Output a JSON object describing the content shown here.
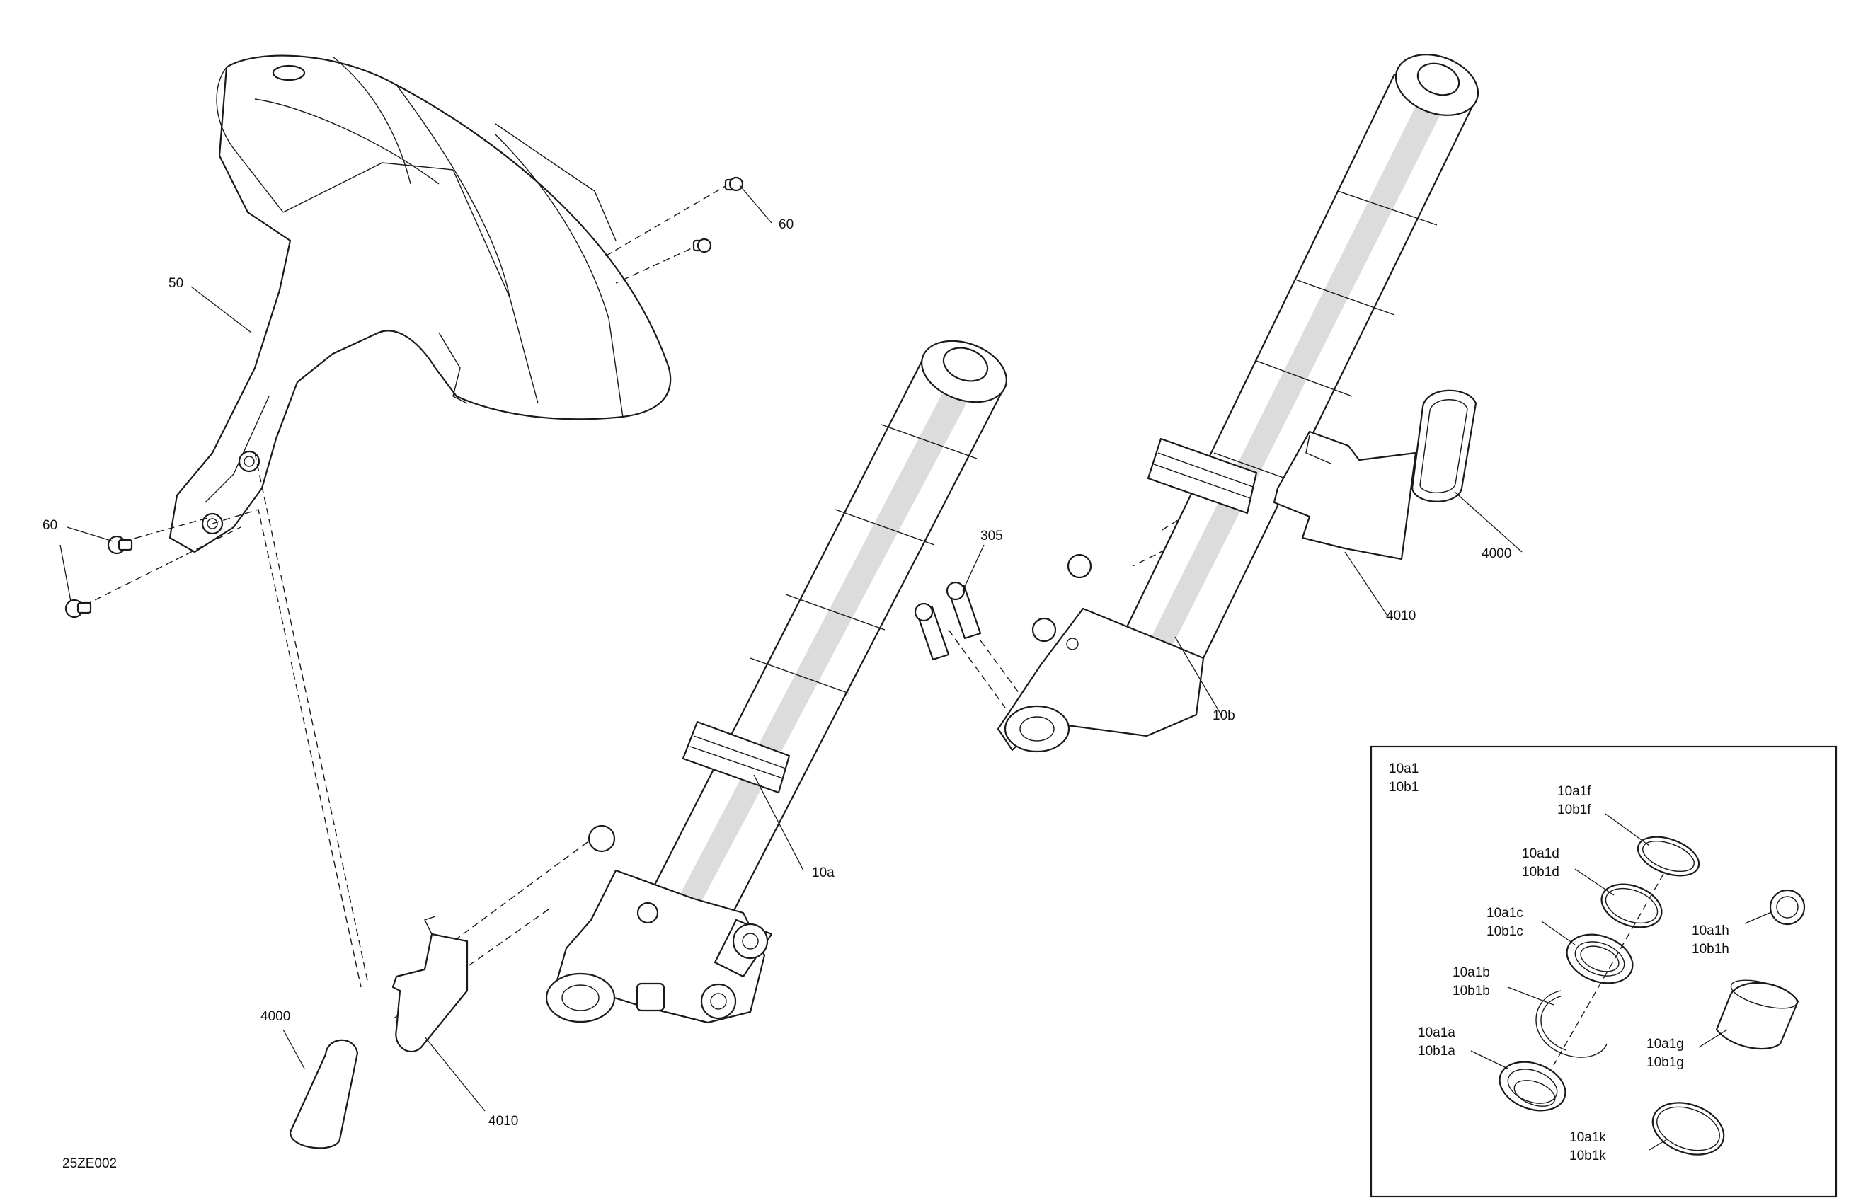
{
  "drawing_code": "25ZE002",
  "callouts": {
    "fender": "50",
    "screw_top": "60",
    "screw_left": "60",
    "bolt_305": "305",
    "fork_a": "10a",
    "fork_b": "10b",
    "reflector_right": "4000",
    "guard_right": "4010",
    "reflector_left": "4000",
    "guard_left": "4010"
  },
  "detail_box": {
    "title_line1": "10a1",
    "title_line2": "10b1",
    "items": [
      {
        "a": "10a1f",
        "b": "10b1f"
      },
      {
        "a": "10a1d",
        "b": "10b1d"
      },
      {
        "a": "10a1c",
        "b": "10b1c"
      },
      {
        "a": "10a1b",
        "b": "10b1b"
      },
      {
        "a": "10a1a",
        "b": "10b1a"
      },
      {
        "a": "10a1h",
        "b": "10b1h"
      },
      {
        "a": "10a1g",
        "b": "10b1g"
      },
      {
        "a": "10a1k",
        "b": "10b1k"
      }
    ]
  }
}
